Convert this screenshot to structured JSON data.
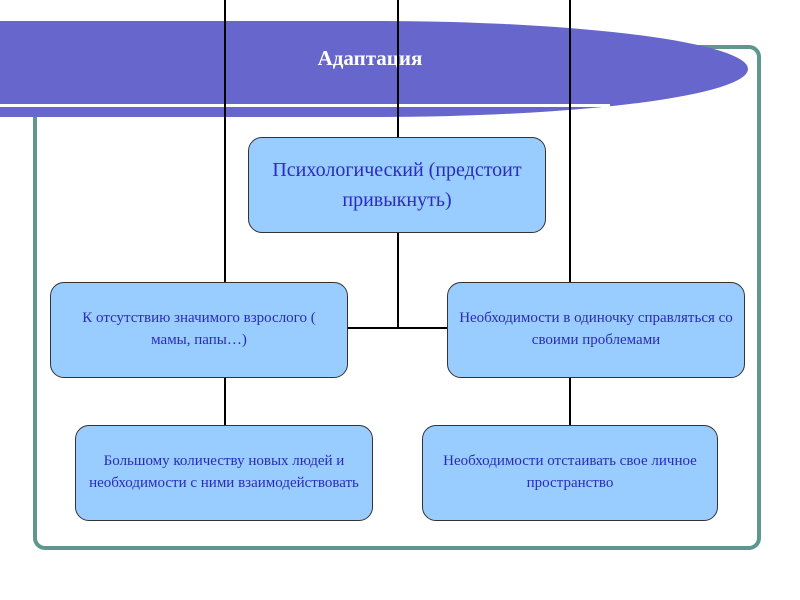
{
  "title": "Адаптация",
  "root": {
    "label": "Психологический (предстоит привыкнуть)"
  },
  "children": [
    {
      "label": "К отсутствию значимого взрослого ( мамы, папы…)"
    },
    {
      "label": "Необходимости в одиночку справляться со своими проблемами"
    },
    {
      "label": "Большому количеству новых людей и необходимости с ними взаимодействовать"
    },
    {
      "label": "Необходимости отстаивать свое личное пространство"
    }
  ],
  "colors": {
    "banner": "#6666cc",
    "box_fill": "#99ccff",
    "frame": "#5f9690",
    "text": "#2b2bb8"
  }
}
